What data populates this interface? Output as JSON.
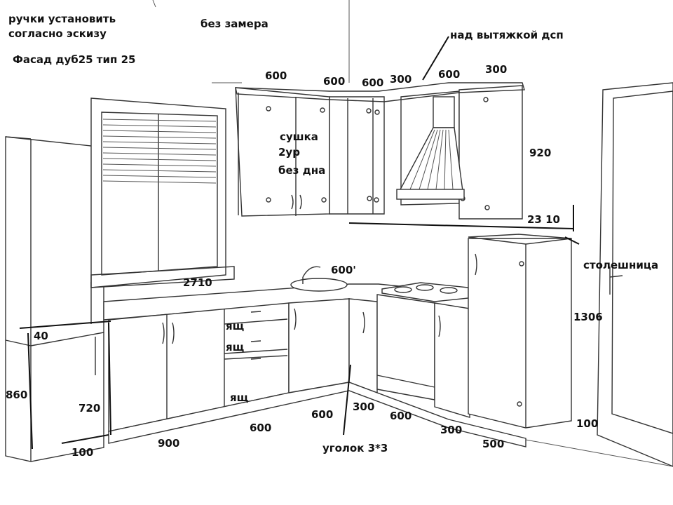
{
  "notes": {
    "handles": "ручки установить",
    "handles_sub": "согласно эскизу",
    "facade": "Фасад дуб25 тип 25",
    "no_measure": "без замера",
    "above_hood": "над вытяжкой дсп",
    "dryer_1": "сушка",
    "dryer_2": "2ур",
    "dryer_3": "без дна",
    "countertop": "столешница",
    "corner": "уголок 3*3"
  },
  "dimensions": {
    "top_600_a": "600",
    "top_600_b": "600",
    "top_600_c": "600",
    "top_300_a": "300",
    "top_600_d": "600",
    "top_300_b": "300",
    "height_920": "920",
    "gap_2310": "23 10",
    "sink_600": "600'",
    "length_2710": "2710",
    "tall_1306": "1306",
    "d40": "40",
    "d860": "860",
    "d720": "720",
    "d100_left": "100",
    "d900": "900",
    "d600_front": "600",
    "d600_corner": "600",
    "d300_corner": "300",
    "d600_oven": "600",
    "d300_bottom": "300",
    "d500": "500",
    "d100_right": "100"
  },
  "drawer_labels": {
    "d1": "ящ",
    "d2": "ящ",
    "d3": "ящ"
  }
}
